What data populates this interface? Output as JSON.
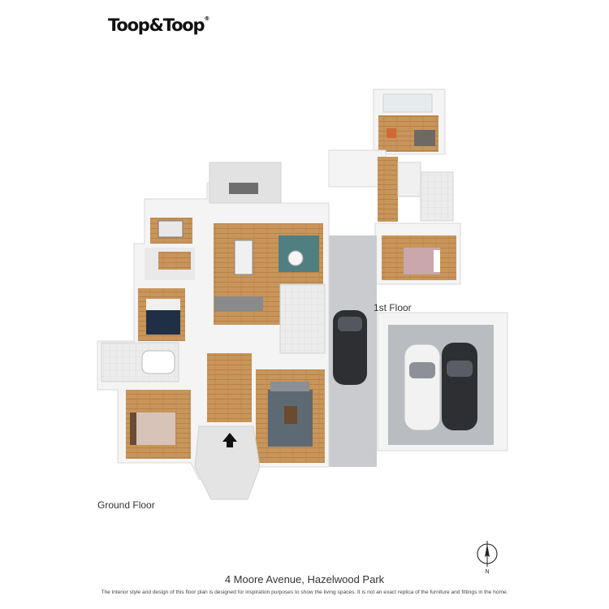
{
  "brand": {
    "logo_text": "Toop&Toop",
    "registered_mark": "®"
  },
  "plan": {
    "ground_floor_label": "Ground Floor",
    "first_floor_label": "1st Floor",
    "compass_label": "N"
  },
  "footer": {
    "address": "4 Moore Avenue, Hazelwood Park",
    "disclaimer": "The interior style and design of this floor plan is designed for inspiration purposes to show the living spaces. It is not an exact replica of the furniture and fittings in the home."
  },
  "colors": {
    "wall": "#f4f4f4",
    "wall_shadow": "#d8d8d8",
    "timber_floor": "#c8955a",
    "tile_floor": "#e8e8e8",
    "carpet": "#d9d2c8",
    "concrete": "#b9bcc0",
    "driveway": "#c9cbcf",
    "car_dark": "#2d2f33",
    "car_white": "#f2f2f2",
    "rug_teal": "#4f7f80"
  },
  "icons": [
    "entry-arrow-icon",
    "north-compass-icon"
  ]
}
